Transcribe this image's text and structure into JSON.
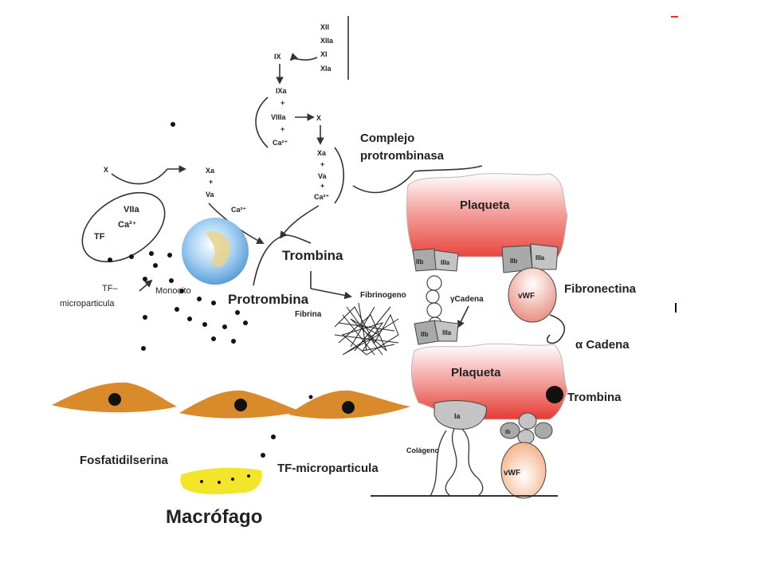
{
  "cascade": {
    "xii": "XII",
    "xiia": "XIIa",
    "xi": "XI",
    "xia": "XIa",
    "ix": "IX",
    "ixa": "IXa",
    "plus": "+",
    "viiia": "VIIIa",
    "ca": "Ca²⁺",
    "x": "X",
    "xa": "Xa",
    "va": "Va"
  },
  "left_pathway": {
    "x": "X",
    "xa": "Xa",
    "plus": "+",
    "va": "Va",
    "ca": "Ca²⁺",
    "viia": "VIIa",
    "ca_inner": "Ca²⁺",
    "tf": "TF"
  },
  "labels": {
    "complejo_1": "Complejo",
    "complejo_2": "protrombinasa",
    "trombina": "Trombina",
    "protrombina": "Protrombina",
    "tf_micro_1": "TF–",
    "tf_micro_2": "microparticula",
    "monocito": "Monocito",
    "fibrinogeno": "Fibrinogeno",
    "fibrina": "Fibrina",
    "plaqueta_top": "Plaqueta",
    "plaqueta_bottom": "Plaqueta",
    "gcadena": "γCadena",
    "fibronectina": "Fibronectina",
    "acadena": "α Cadena",
    "trombina_right": "Trombina",
    "colageno": "Colágeno",
    "fosfatidilserina": "Fosfatidilserina",
    "tf_micro_bottom": "TF-microparticula",
    "macrofago": "Macrófago"
  },
  "receptors": {
    "iib": "IIb",
    "iiia": "IIIa",
    "ia": "Ia",
    "ib": "Ib",
    "vwf": "vWF"
  },
  "colors": {
    "platelet_red": "#e8473f",
    "cell_orange": "#d98a2a",
    "macrophage_yellow": "#f2e52a",
    "monocyte_blue": "#7fb8e8",
    "vwf_peach": "#f3b48a"
  }
}
